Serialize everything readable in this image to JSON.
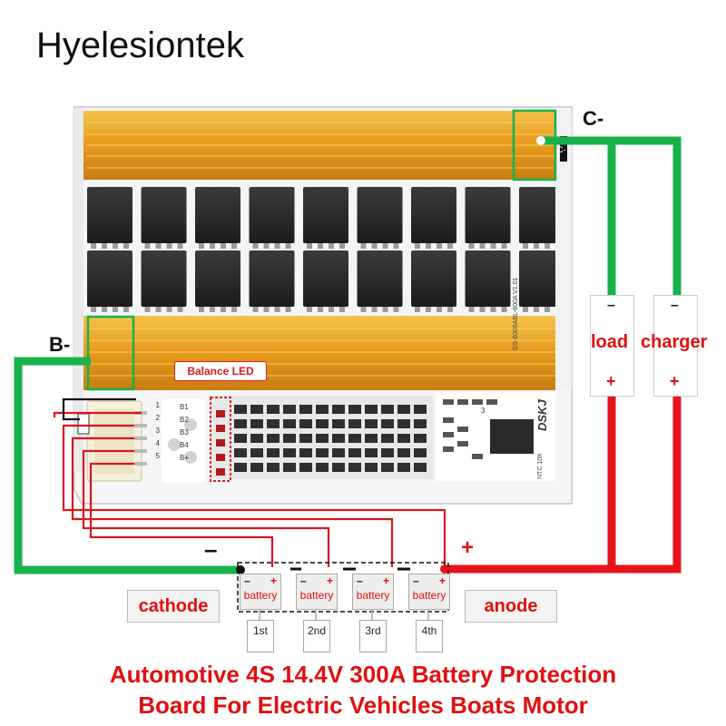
{
  "brand": "Hyelesiontek",
  "labels": {
    "c_minus": "C-",
    "b_minus": "B-",
    "balance_led": "Balance LED",
    "load": "load",
    "charger": "charger",
    "minus": "–",
    "plus": "+",
    "cathode": "cathode",
    "anode": "anode",
    "cell_label": "battery",
    "cell_minus": "–",
    "cell_plus": "+"
  },
  "pcb_silkscreen": {
    "pins": [
      "B1",
      "B2",
      "B3",
      "B4",
      "B+"
    ],
    "pin_numbers": [
      "1",
      "2",
      "3",
      "4",
      "5"
    ],
    "side_label": "C-",
    "model": "GS-B305ABL-600A V1.01",
    "logo": "DSKJ",
    "ntc": "NTC 10K",
    "ic_number": "3"
  },
  "cells": [
    {
      "order": "1st"
    },
    {
      "order": "2nd"
    },
    {
      "order": "3rd"
    },
    {
      "order": "4th"
    }
  ],
  "caption": {
    "line1": "Automotive 4S 14.4V 300A Battery Protection",
    "line2": "Board For Electric Vehicles Boats Motor"
  },
  "colors": {
    "wire_green": "#17b24a",
    "wire_red": "#e8141b",
    "copper_bar": "#e8a022",
    "mosfet": "#2b2b2b",
    "text_red": "#e01010"
  }
}
